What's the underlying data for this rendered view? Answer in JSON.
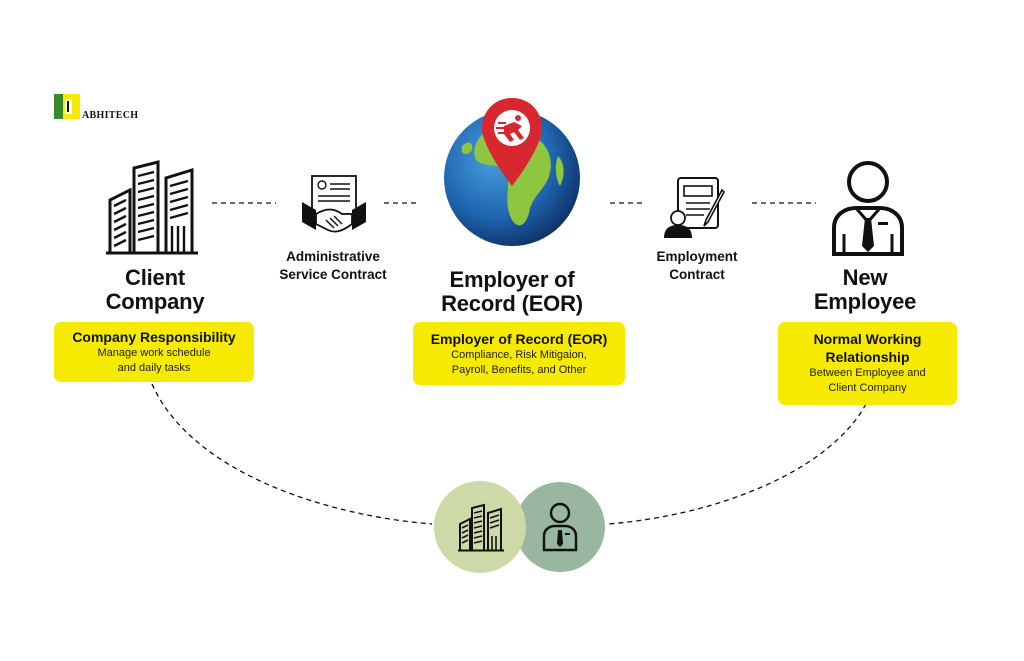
{
  "brand": {
    "name": "ABHITECH"
  },
  "entities": {
    "client": {
      "line1": "Client",
      "line2": "Company",
      "icon": "buildings-icon"
    },
    "eor": {
      "line1": "Employer of",
      "line2": "Record (EOR)",
      "icon": "globe-with-pin-icon"
    },
    "employee": {
      "line1": "New",
      "line2": "Employee",
      "icon": "employee-icon"
    }
  },
  "contracts": {
    "admin": {
      "line1": "Administrative",
      "line2": "Service Contract",
      "icon": "handshake-contract-icon"
    },
    "employment": {
      "line1": "Employment",
      "line2": "Contract",
      "icon": "employment-contract-icon"
    }
  },
  "boxes": {
    "client": {
      "title": "Company Responsibility",
      "desc1": "Manage work schedule",
      "desc2": "and daily tasks"
    },
    "eor": {
      "title": "Employer of Record (EOR)",
      "desc1": "Compliance, Risk Mitigaion,",
      "desc2": "Payroll, Benefits, and Other"
    },
    "employee": {
      "title1": "Normal Working",
      "title2": "Relationship",
      "desc1": "Between Employee and",
      "desc2": "Client Company"
    }
  },
  "colors": {
    "box_yellow": "#f6ea00",
    "pin_red": "#d7282f",
    "circle_left": "#cdd9a6",
    "circle_right": "#98b6a0",
    "globe_blue": "#1f66b0",
    "land_green": "#8ec63f"
  }
}
